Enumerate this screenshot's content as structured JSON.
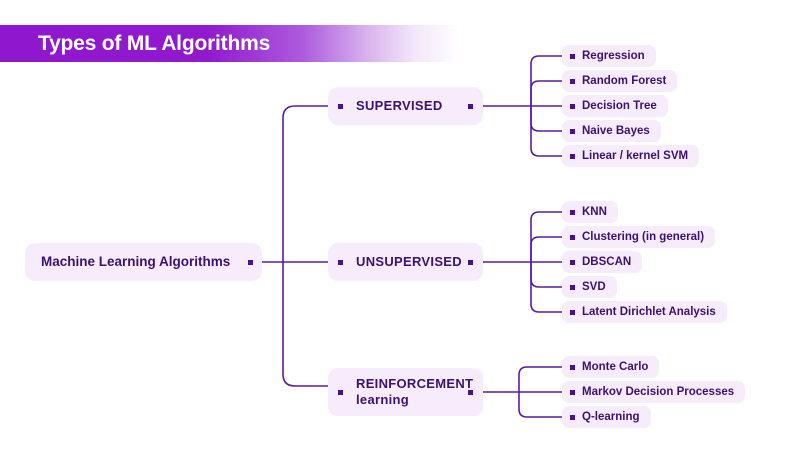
{
  "header": {
    "title": "Types of ML Algorithms"
  },
  "colors": {
    "banner_start": "#8f17ce",
    "banner_end": "#ffffff",
    "node_fill": "#f7ecfb",
    "text": "#3b1270",
    "connector": "#5b1a9e",
    "dot": "#4a1090",
    "background": "#ffffff"
  },
  "diagram": {
    "type": "mind-map",
    "root": {
      "label": "Machine Learning Algorithms"
    },
    "branches": [
      {
        "label": "SUPERVISED",
        "leaves": [
          {
            "label": "Regression"
          },
          {
            "label": "Random Forest"
          },
          {
            "label": "Decision Tree"
          },
          {
            "label": "Naive Bayes"
          },
          {
            "label": "Linear / kernel SVM"
          }
        ]
      },
      {
        "label": "UNSUPERVISED",
        "leaves": [
          {
            "label": "KNN"
          },
          {
            "label": "Clustering (in general)"
          },
          {
            "label": "DBSCAN"
          },
          {
            "label": "SVD"
          },
          {
            "label": "Latent Dirichlet Analysis"
          }
        ]
      },
      {
        "label": "REINFORCEMENT\nlearning",
        "leaves": [
          {
            "label": "Monte Carlo"
          },
          {
            "label": "Markov Decision Processes"
          },
          {
            "label": "Q-learning"
          }
        ]
      }
    ]
  }
}
